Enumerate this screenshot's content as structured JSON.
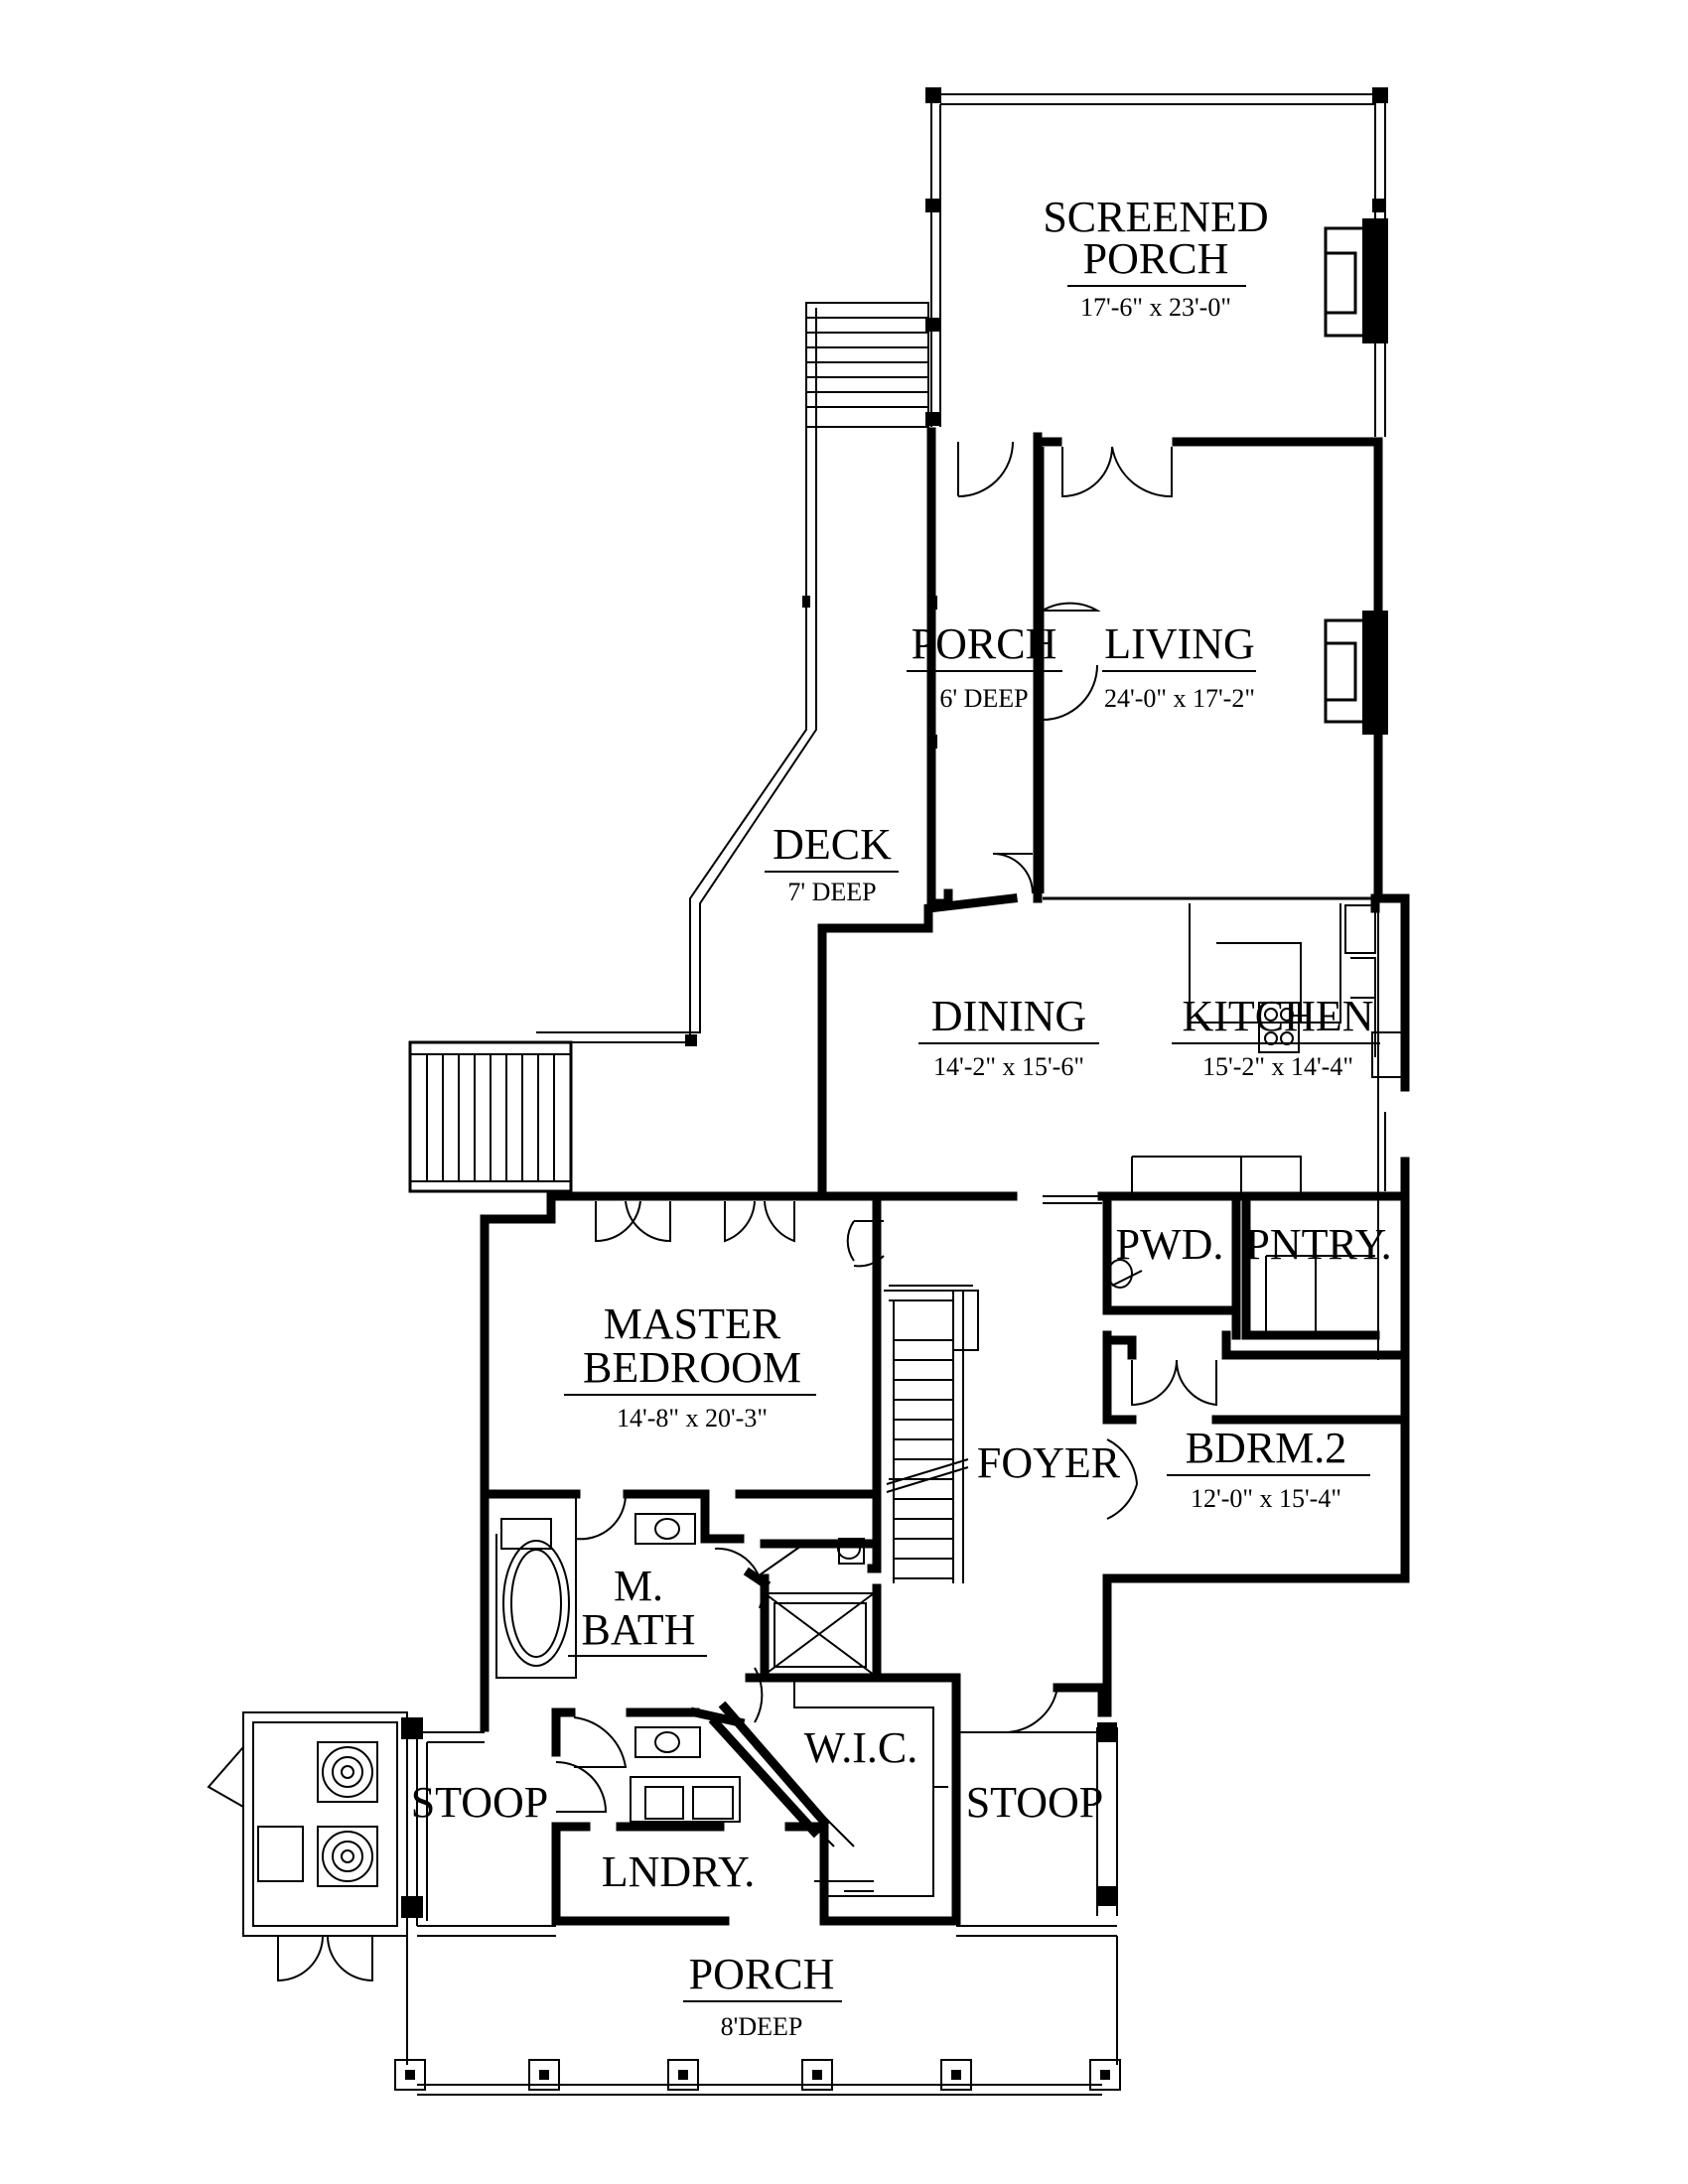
{
  "rooms": {
    "screened_porch": {
      "name_1": "SCREENED",
      "name_2": "PORCH",
      "dims": "17'-6\" x 23'-0\""
    },
    "rear_porch": {
      "name": "PORCH",
      "dims": "6' DEEP"
    },
    "living": {
      "name": "LIVING",
      "dims": "24'-0\" x 17'-2\""
    },
    "deck": {
      "name": "DECK",
      "dims": "7' DEEP"
    },
    "dining": {
      "name": "DINING",
      "dims": "14'-2\" x 15'-6\""
    },
    "kitchen": {
      "name": "KITCHEN",
      "dims": "15'-2\" x 14'-4\""
    },
    "powder": {
      "name": "PWD."
    },
    "pantry": {
      "name": "PNTRY."
    },
    "master_bedroom": {
      "name_1": "MASTER",
      "name_2": "BEDROOM",
      "dims": "14'-8\" x 20'-3\""
    },
    "foyer": {
      "name": "FOYER"
    },
    "bedroom_2": {
      "name": "BDRM.2",
      "dims": "12'-0\" x 15'-4\""
    },
    "master_bath": {
      "name_1": "M.",
      "name_2": "BATH"
    },
    "wic": {
      "name": "W.I.C."
    },
    "stoop_left": {
      "name": "STOOP"
    },
    "stoop_right": {
      "name": "STOOP"
    },
    "laundry": {
      "name": "LNDRY."
    },
    "front_porch": {
      "name": "PORCH",
      "dims": "8'DEEP"
    }
  }
}
